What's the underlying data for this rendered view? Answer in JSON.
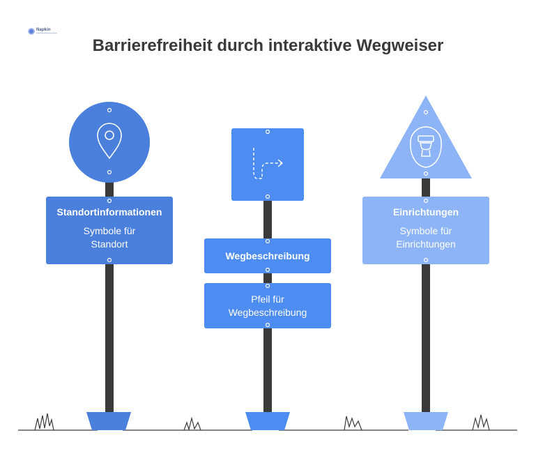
{
  "title": "Barrierefreiheit durch interaktive Wegweiser",
  "logo": {
    "text": "Napkin"
  },
  "signs": [
    {
      "heading": "Standortinformationen",
      "description": "Symbole für Standort",
      "icon": "location-pin-icon",
      "color": "#4a7fdb"
    },
    {
      "heading": "Wegbeschreibung",
      "description": "Pfeil für Wegbeschreibung",
      "icon": "route-arrow-icon",
      "color": "#4d8cf0"
    },
    {
      "heading": "Einrichtungen",
      "description": "Symbole für Einrichtungen",
      "icon": "toilet-icon",
      "color": "#8cb4f7"
    }
  ],
  "colors": {
    "pole": "#3a3a3a",
    "ground": "#3a3a3a"
  }
}
